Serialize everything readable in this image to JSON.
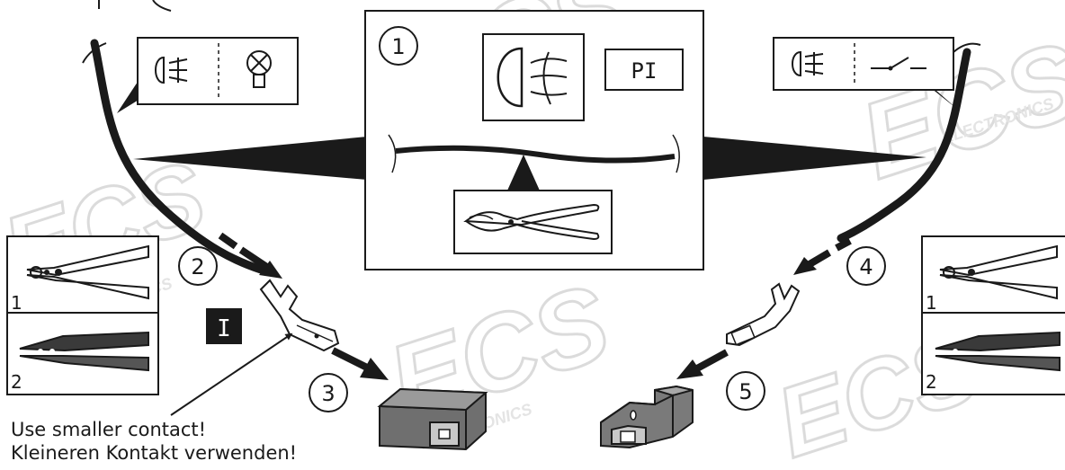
{
  "step_numbers": [
    "1",
    "2",
    "3",
    "4",
    "5"
  ],
  "center_panel": {
    "label_box": "PI"
  },
  "left_tool_panel": {
    "item1": "1",
    "item2": "2"
  },
  "right_tool_panel": {
    "item1": "1",
    "item2": "2"
  },
  "marker": "I",
  "note": {
    "line1": "Use smaller contact!",
    "line2": "Kleineren Kontakt verwenden!"
  },
  "watermark": {
    "brand": "ECS",
    "sub": "ELECTRONICS"
  }
}
